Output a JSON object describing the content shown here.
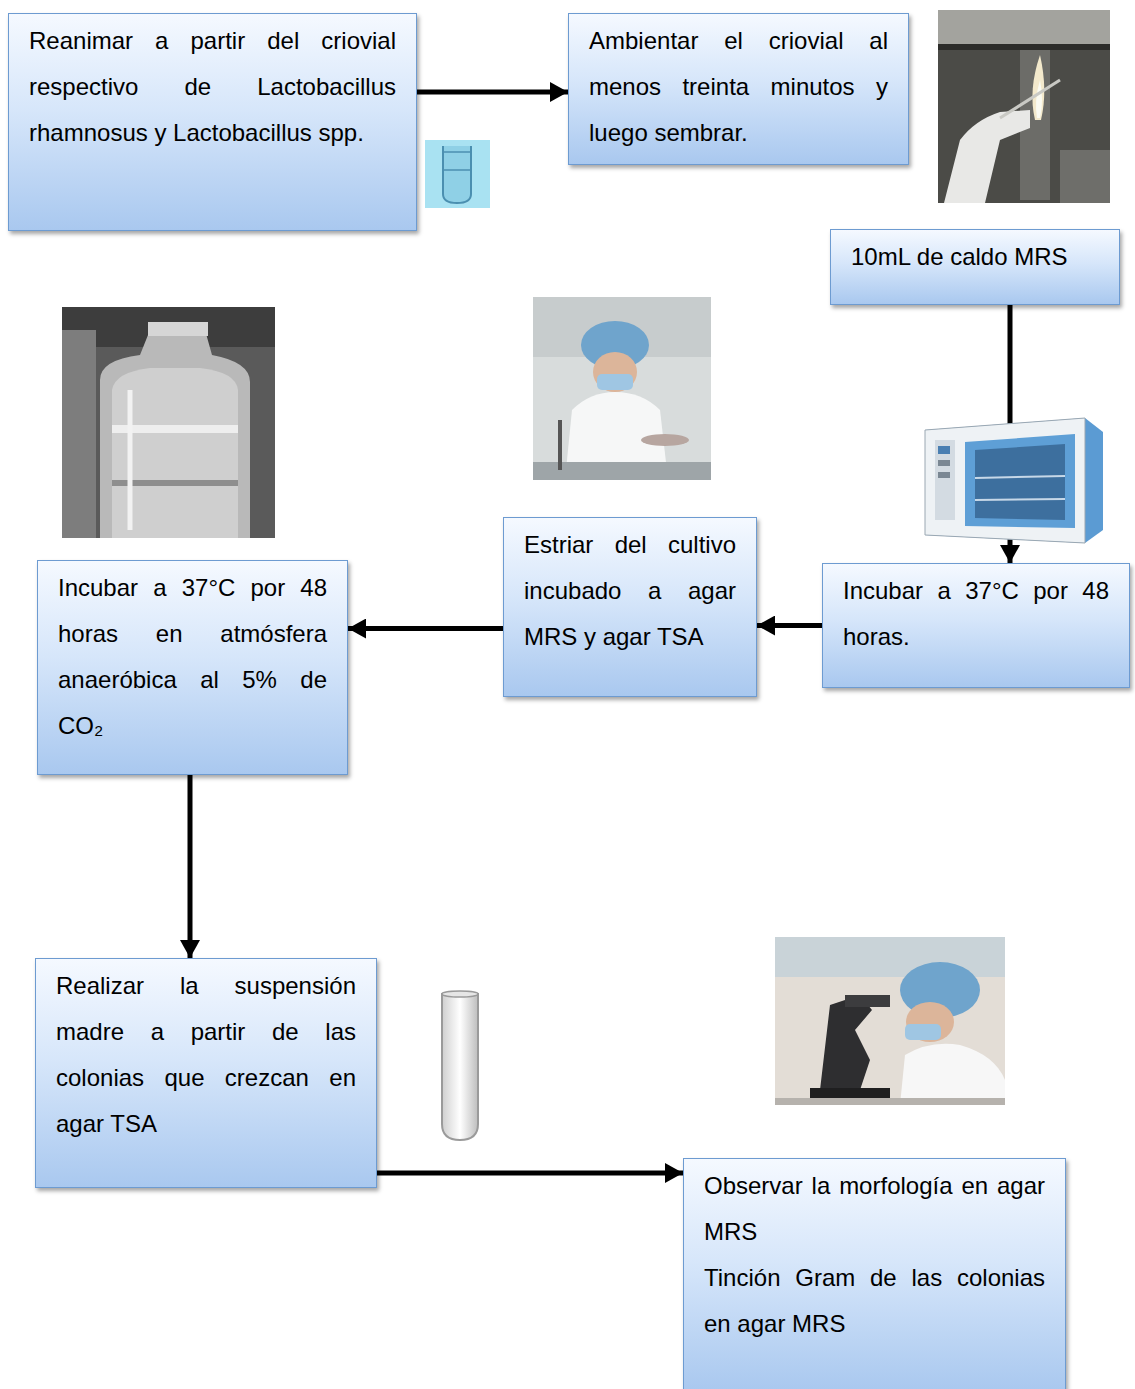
{
  "diagram": {
    "nodes": [
      {
        "text": [
          "Reanimar a partir del criovial respectivo de Lactobacillus rhamnosus y Lactobacillus spp."
        ]
      },
      {
        "text": [
          "Ambientar el criovial al menos treinta minutos y luego sembrar."
        ]
      },
      {
        "text": [
          "10mL de caldo MRS"
        ]
      },
      {
        "text": [
          "Incubar a 37°C por 48 horas."
        ]
      },
      {
        "text": [
          "Estriar del cultivo incubado a agar MRS y agar TSA"
        ]
      },
      {
        "text": [
          "Incubar a 37°C por 48 horas en atmósfera anaeróbica al 5% de CO₂"
        ]
      },
      {
        "text": [
          "Realizar la suspensión madre a partir de las colonias que crezcan en agar TSA"
        ]
      },
      {
        "text": [
          "Observar la morfología en agar MRS",
          "Tinción Gram de las colonias en agar MRS"
        ]
      }
    ],
    "edges": [
      {
        "from": 0,
        "to": 1,
        "arrow": "to"
      },
      {
        "from": 2,
        "to": 3,
        "arrow": "to"
      },
      {
        "from": 3,
        "to": 4,
        "arrow": "to"
      },
      {
        "from": 4,
        "to": 5,
        "arrow": "to"
      },
      {
        "from": 5,
        "to": 6,
        "arrow": "to"
      },
      {
        "from": 6,
        "to": 7,
        "arrow": "to"
      }
    ]
  }
}
